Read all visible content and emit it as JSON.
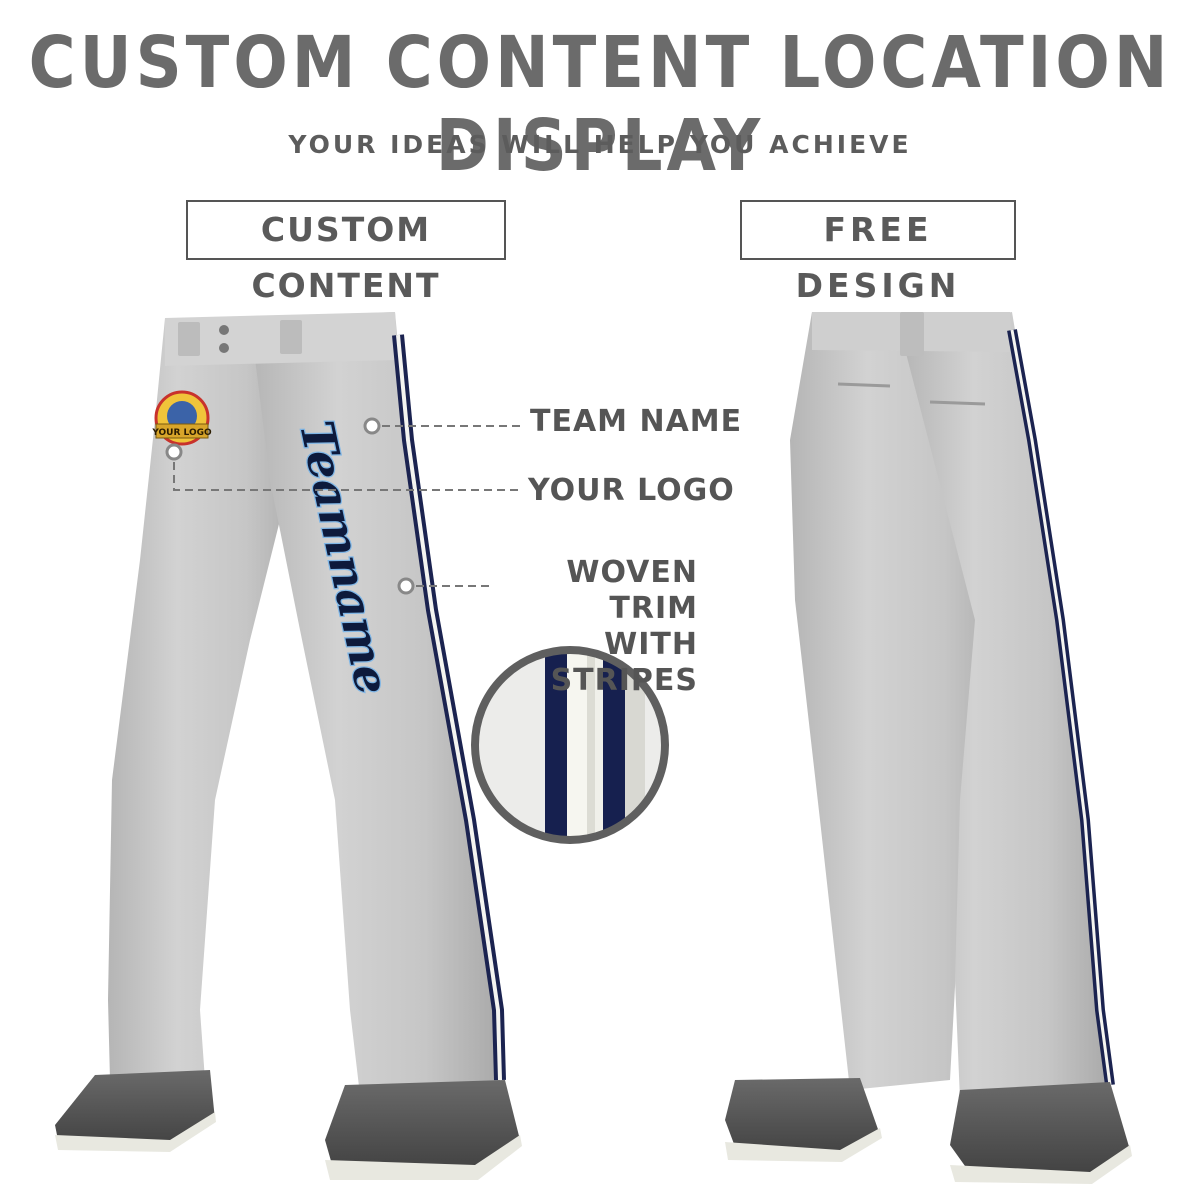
{
  "header": {
    "title": "CUSTOM CONTENT LOCATION DISPLAY",
    "subtitle": "YOUR IDEAS WILL HELP YOU ACHIEVE"
  },
  "labels": {
    "custom_content": "CUSTOM CONTENT",
    "free_design": "FREE DESIGN"
  },
  "callouts": {
    "team_name": "TEAM NAME",
    "your_logo": "YOUR LOGO",
    "woven_trim_line1": "WOVEN TRIM",
    "woven_trim_line2": "WITH STRIPES"
  },
  "graphic": {
    "team_script": "Teamname",
    "logo_text": "YOUR LOGO"
  },
  "colors": {
    "pants_gray": "#c7c7c7",
    "stripe_navy": "#1b2350",
    "stripe_white": "#f4f4f0",
    "shoe": "#5d5d5d",
    "text_gray": "#5a5a5a"
  }
}
